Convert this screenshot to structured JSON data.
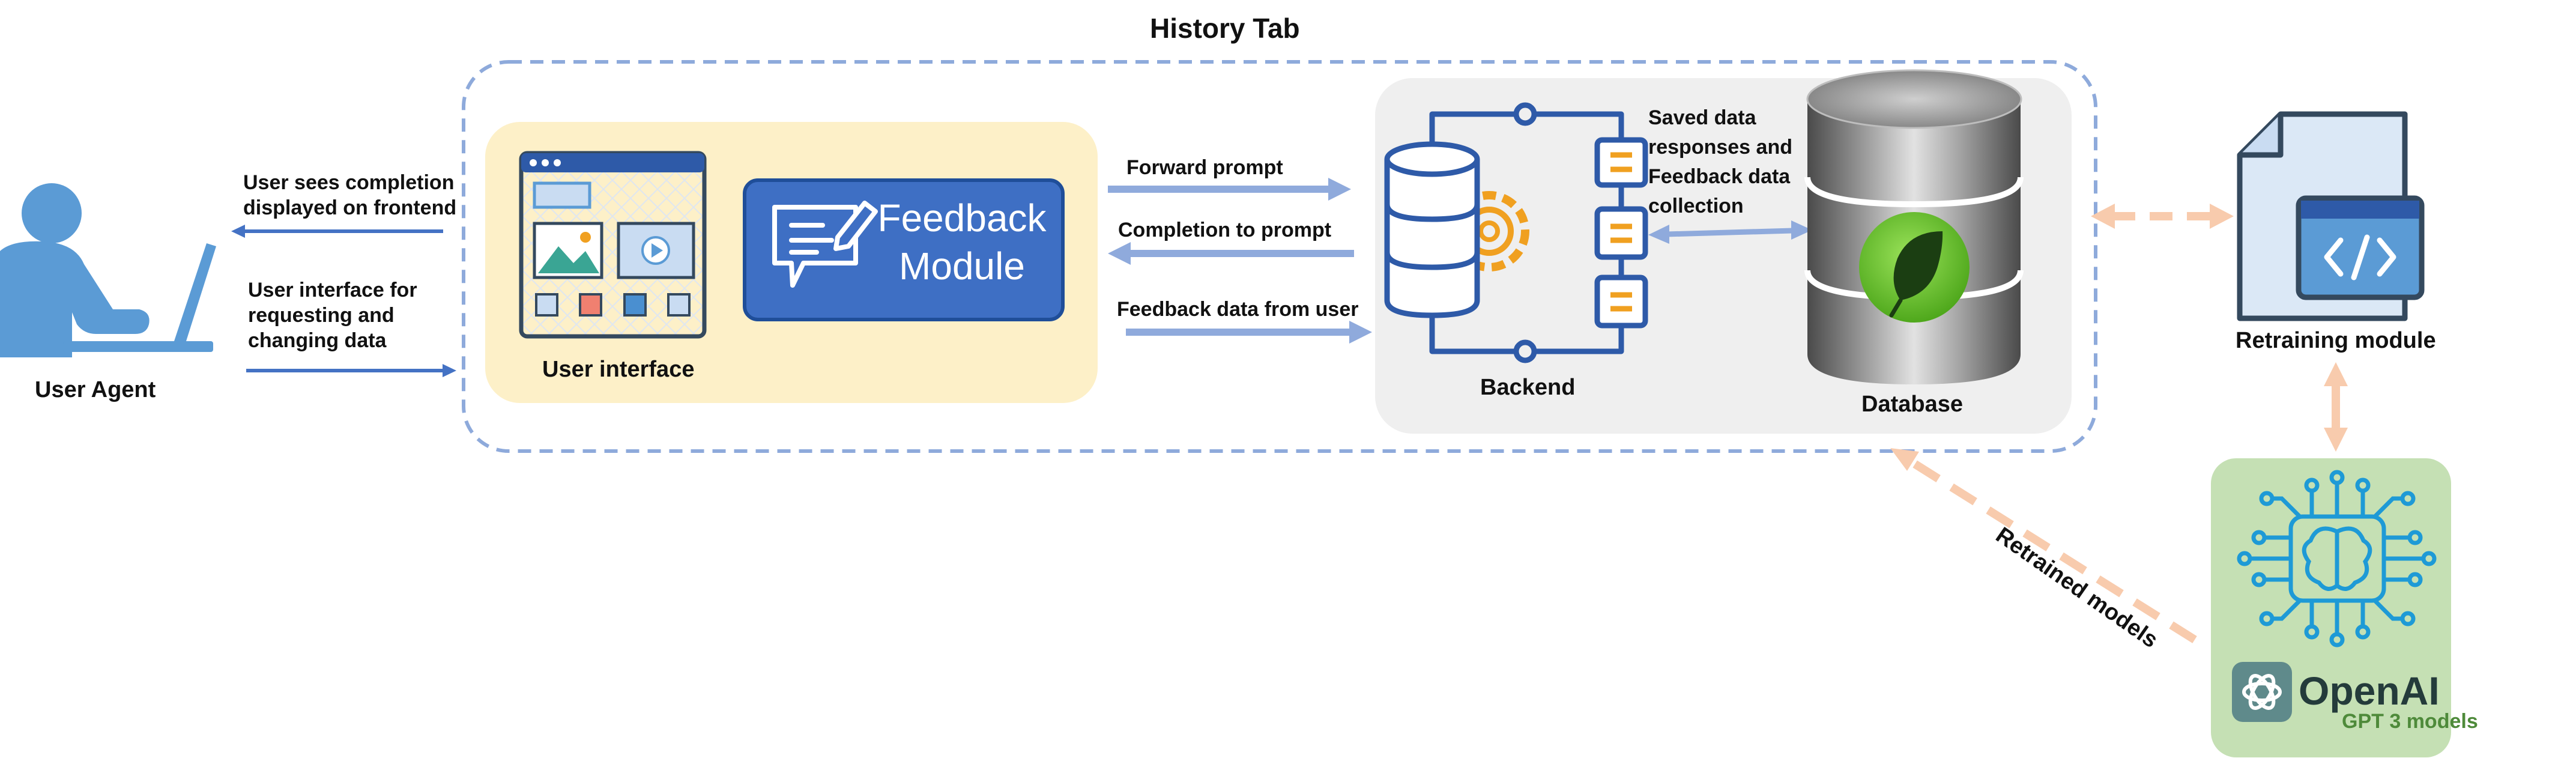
{
  "title": "History Tab",
  "user_agent": {
    "label": "User Agent",
    "sees_completion_text": "User sees completion\ndisplayed on frontend",
    "interface_text": "User interface for\nrequesting and\nchanging data"
  },
  "ui_panel": {
    "user_interface_label": "User interface",
    "feedback_module_label": "Feedback\nModule"
  },
  "flows": {
    "forward_prompt": "Forward  prompt",
    "completion_to_prompt": "Completion to prompt",
    "feedback_data": "Feedback data from user"
  },
  "backend": {
    "label": "Backend",
    "saved_data_text": "Saved data\nresponses and\nFeedback data\ncollection"
  },
  "database": {
    "label": "Database"
  },
  "retraining": {
    "label": "Retraining module"
  },
  "retrained_models_label": "Retrained models",
  "openai": {
    "brand": "OpenAI",
    "models": "GPT 3 models"
  },
  "colors": {
    "dashed_border": "#8eaadb",
    "ui_panel_bg": "#fdf0c8",
    "backend_panel_bg": "#efefef",
    "feedback_module_bg": "#3e6fc4",
    "arrow_blue": "#4472c4",
    "arrow_light_blue": "#8faadc",
    "arrow_peach": "#f8cbad",
    "openai_bg": "#c5e0b4",
    "icon_blue": "#2e5aa8",
    "icon_orange": "#f0a020",
    "user_blue": "#5b9bd5"
  },
  "icons": [
    "user-icon",
    "ui-window-icon",
    "feedback-chat-icon",
    "backend-server-icon",
    "database-cylinder-icon",
    "leaf-icon",
    "code-file-icon",
    "ai-brain-icon",
    "openai-logo-icon"
  ]
}
